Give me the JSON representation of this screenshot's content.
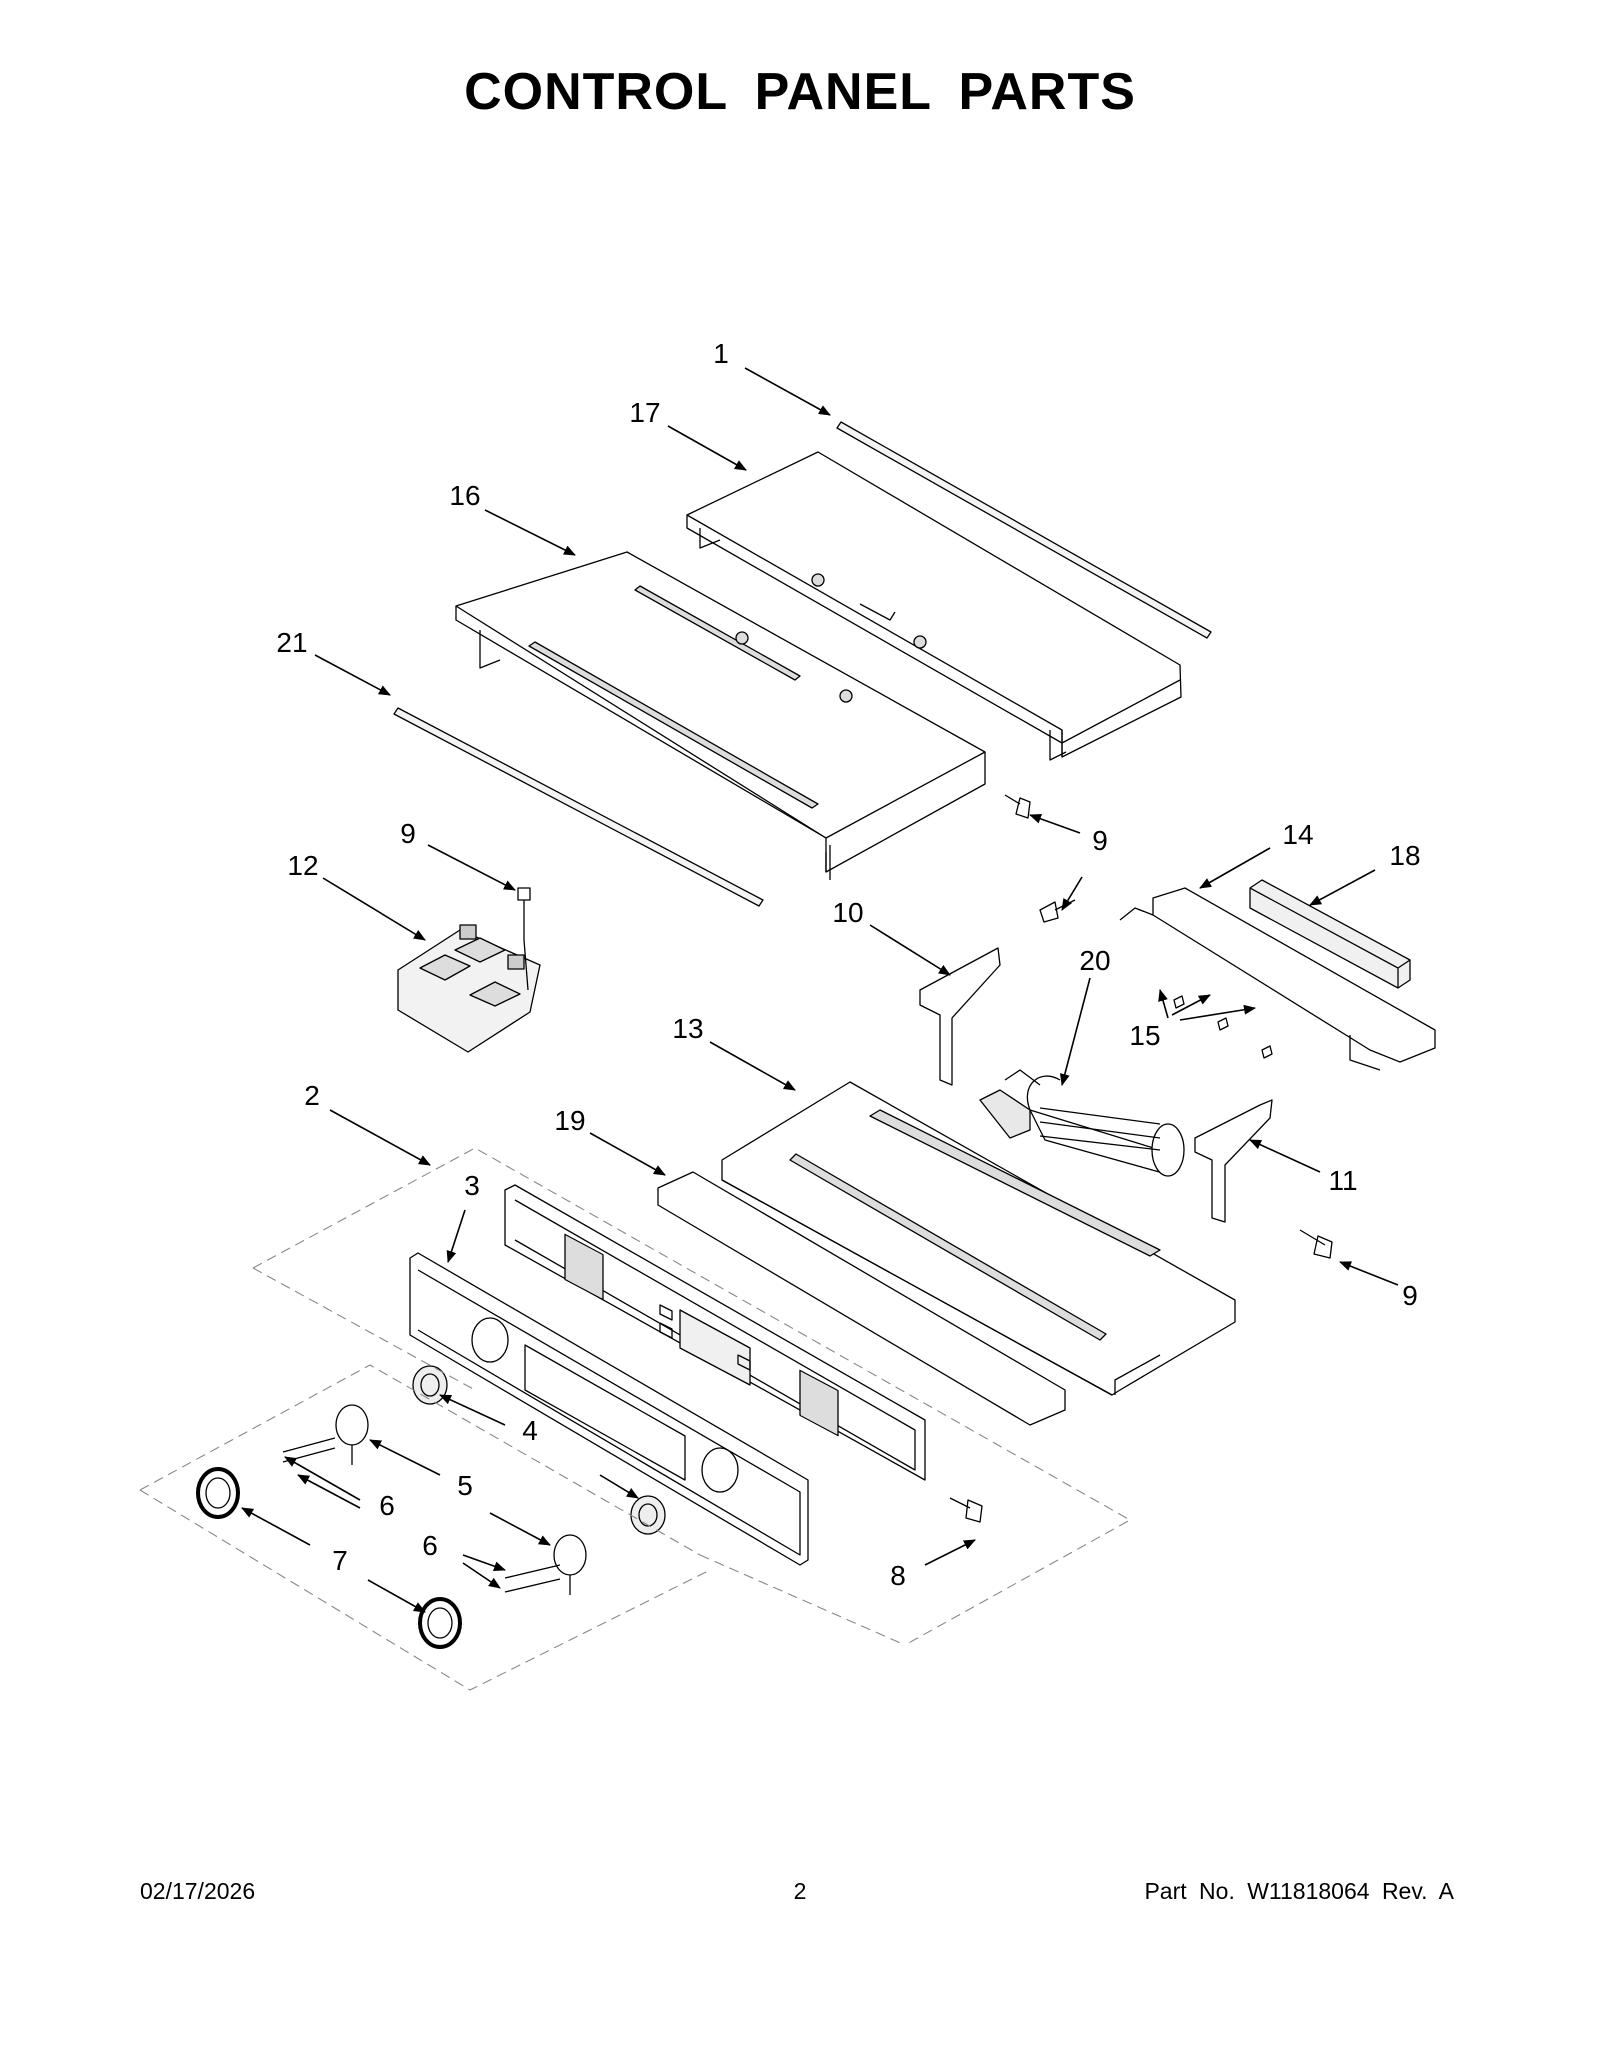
{
  "title": "CONTROL PANEL PARTS",
  "callouts": [
    "1",
    "17",
    "16",
    "21",
    "9",
    "12",
    "9",
    "14",
    "18",
    "10",
    "20",
    "13",
    "15",
    "2",
    "19",
    "11",
    "3",
    "9",
    "4",
    "5",
    "6",
    "7",
    "6",
    "8"
  ],
  "footer": {
    "date": "02/17/2026",
    "page": "2",
    "part": "Part No.  W11818064  Rev.  A"
  }
}
